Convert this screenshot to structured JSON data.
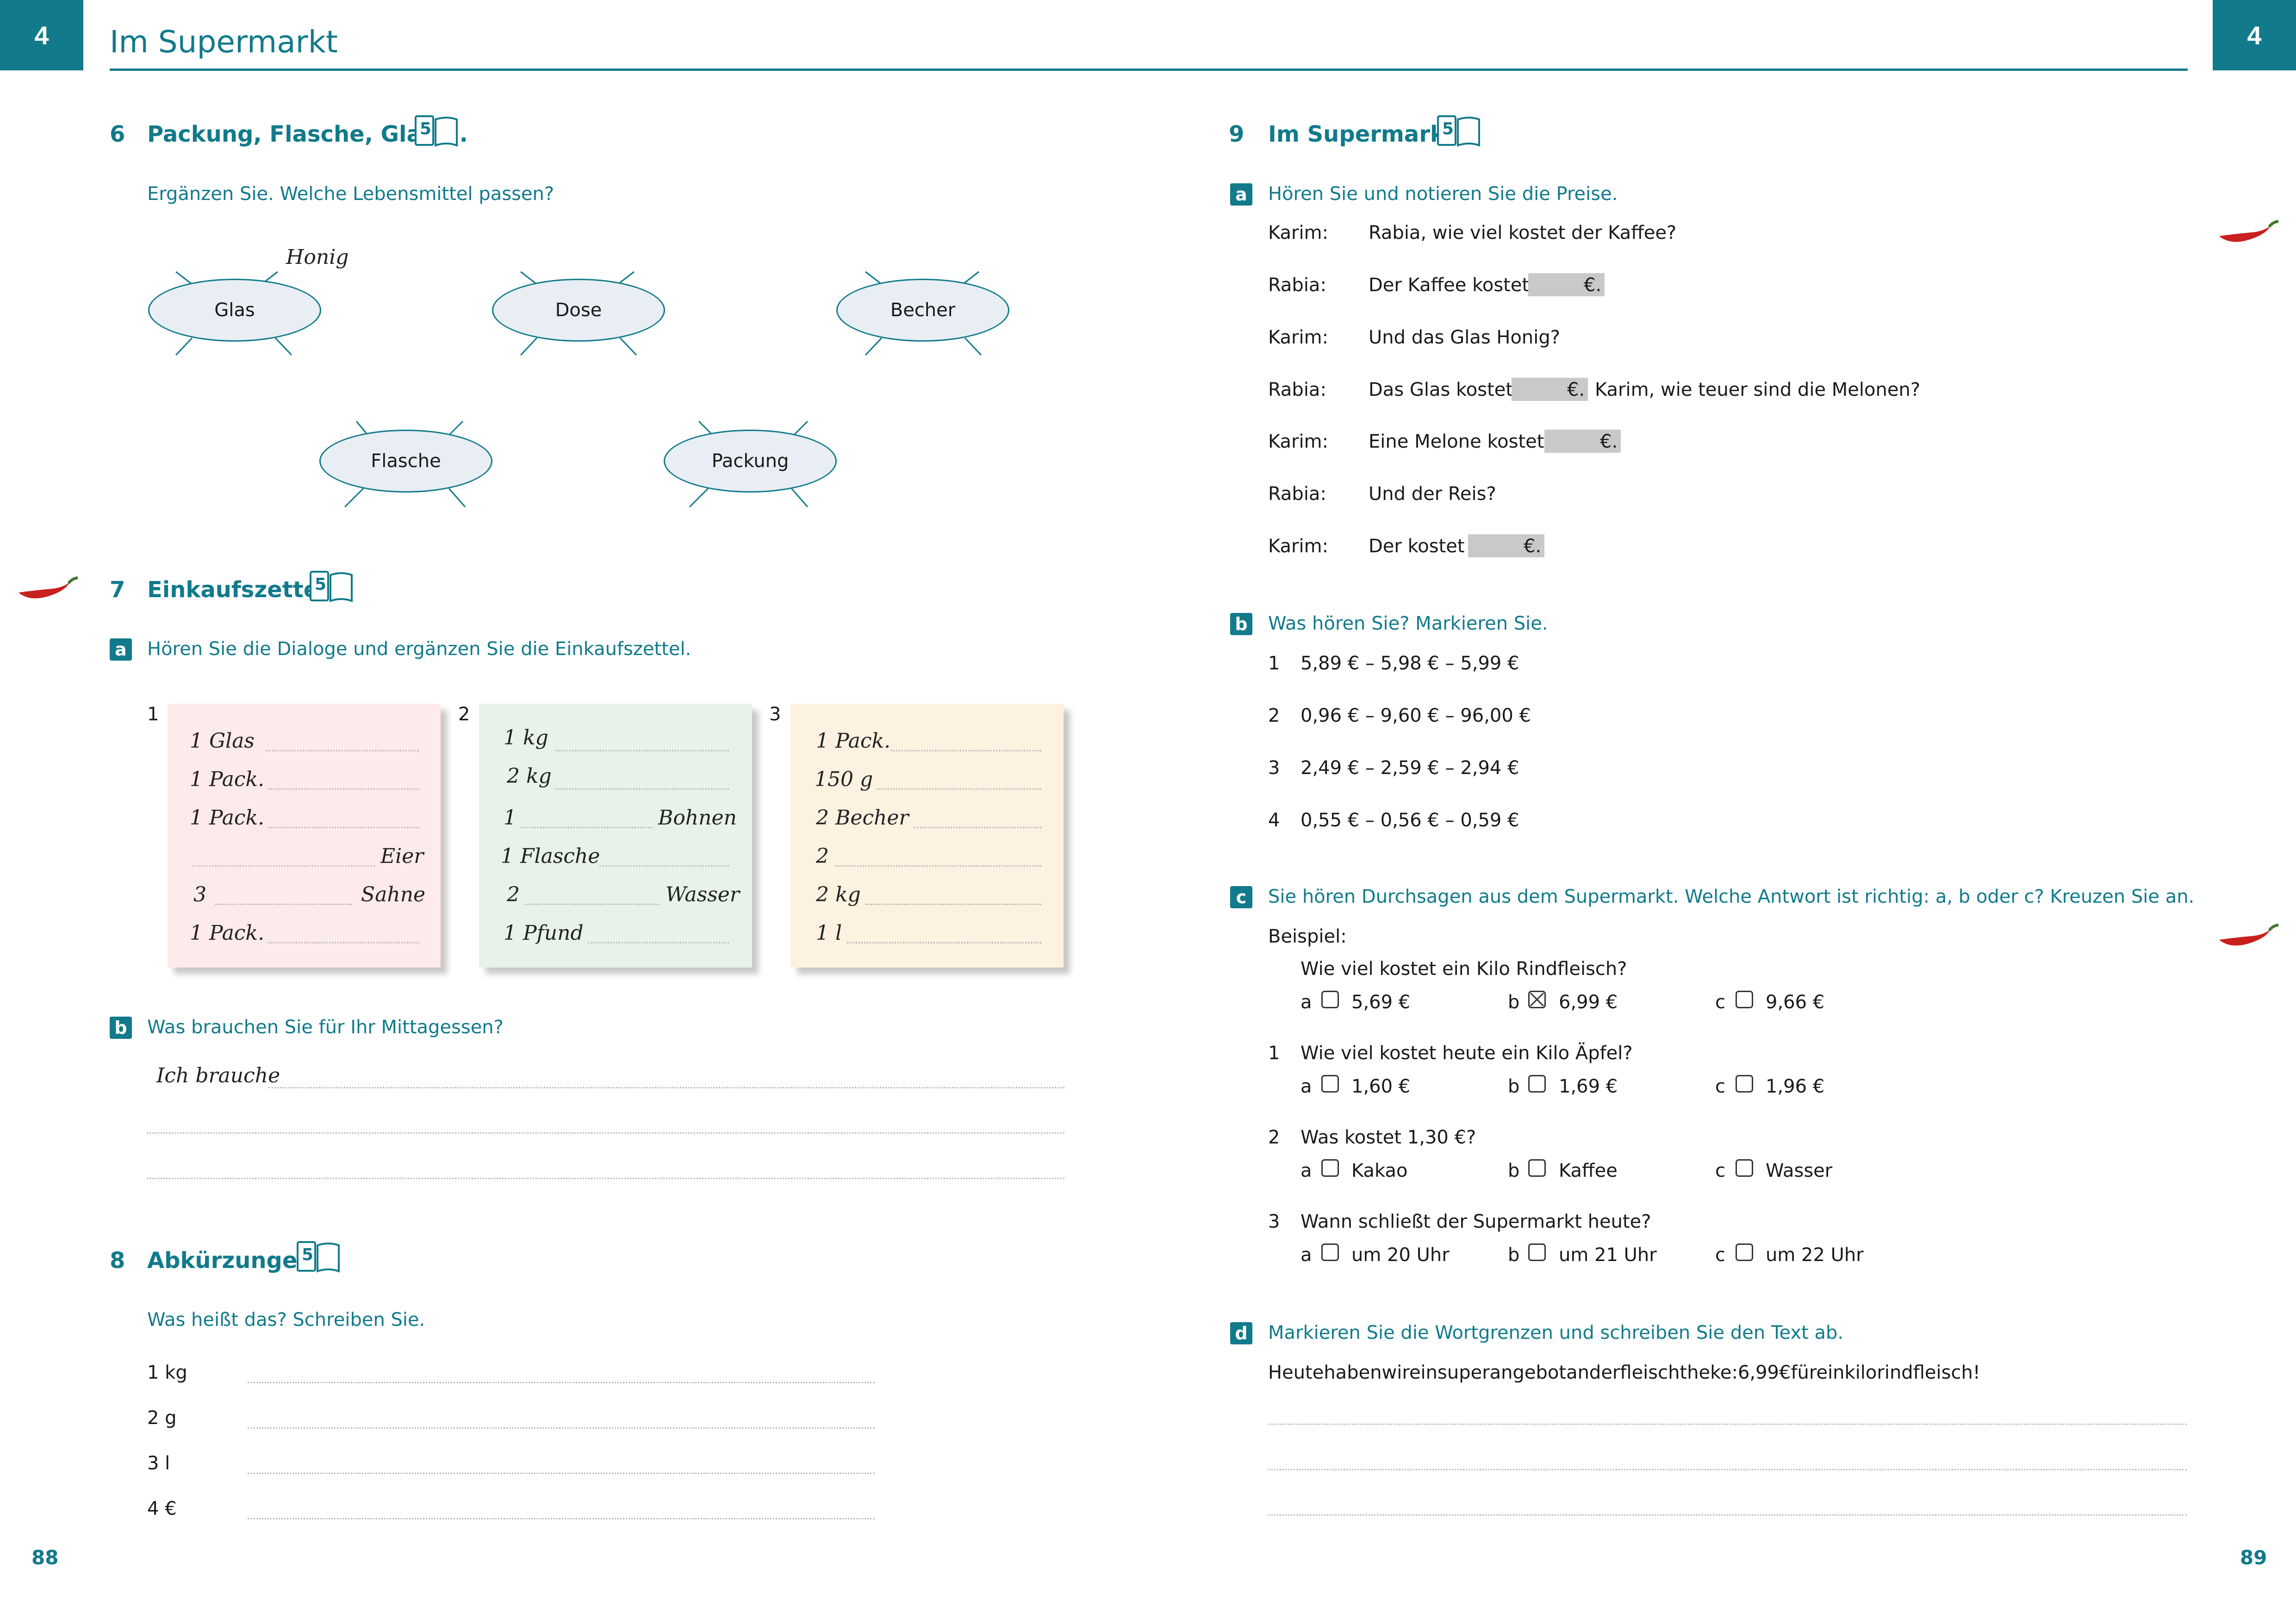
{
  "header": {
    "chapter": "4",
    "chapter_right": "4",
    "title": "Im Supermarkt"
  },
  "page_numbers": {
    "left": "88",
    "right": "89"
  },
  "book_number": "5",
  "ex6": {
    "num": "6",
    "title": "Packung, Flasche, Glas ...",
    "instruction": "Ergänzen Sie. Welche Lebensmittel passen?",
    "ovals": [
      "Glas",
      "Dose",
      "Becher",
      "Flasche",
      "Packung"
    ],
    "example_answer": "Honig"
  },
  "ex7": {
    "num": "7",
    "title": "Einkaufszettel",
    "a": {
      "letter": "a",
      "instruction": "Hören Sie die Dialoge und ergänzen Sie die Einkaufszettel."
    },
    "notes": [
      {
        "label": "1",
        "color": "#fdeaea",
        "items": [
          {
            "left": "1 Glas",
            "right": ""
          },
          {
            "left": "1 Pack.",
            "right": ""
          },
          {
            "left": "1 Pack.",
            "right": ""
          },
          {
            "left": "",
            "right": "Eier"
          },
          {
            "left": "3",
            "right": "Sahne"
          },
          {
            "left": "1 Pack.",
            "right": ""
          }
        ]
      },
      {
        "label": "2",
        "color": "#e7f2e9",
        "items": [
          {
            "left": "1 kg",
            "right": ""
          },
          {
            "left": "2 kg",
            "right": ""
          },
          {
            "left": "1",
            "right": "Bohnen"
          },
          {
            "left": "1 Flasche",
            "right": ""
          },
          {
            "left": "2",
            "right": "Wasser"
          },
          {
            "left": "1 Pfund",
            "right": ""
          }
        ]
      },
      {
        "label": "3",
        "color": "#fdf1e0",
        "items": [
          {
            "left": "1 Pack.",
            "right": ""
          },
          {
            "left": "150 g",
            "right": ""
          },
          {
            "left": "2 Becher",
            "right": ""
          },
          {
            "left": "2",
            "right": ""
          },
          {
            "left": "2 kg",
            "right": ""
          },
          {
            "left": "1 l",
            "right": ""
          }
        ]
      }
    ],
    "b": {
      "letter": "b",
      "instruction": "Was brauchen Sie für Ihr Mittagessen?",
      "start": "Ich brauche"
    }
  },
  "ex8": {
    "num": "8",
    "title": "Abkürzungen",
    "instruction": "Was heißt das? Schreiben Sie.",
    "items": [
      "1 kg",
      "2 g",
      "3 l",
      "4 €"
    ]
  },
  "ex9": {
    "num": "9",
    "title": "Im Supermarkt",
    "a": {
      "letter": "a",
      "instruction": "Hören Sie und notieren Sie die Preise.",
      "dialog": [
        {
          "speaker": "Karim:",
          "text": "Rabia, wie viel kostet der Kaffee?",
          "after": ""
        },
        {
          "speaker": "Rabia:",
          "text": "Der Kaffee kostet",
          "after": "€."
        },
        {
          "speaker": "Karim:",
          "text": "Und das Glas Honig?",
          "after": ""
        },
        {
          "speaker": "Rabia:",
          "text": "Das Glas kostet",
          "after": "€.",
          "tail": "Karim, wie teuer sind die Melonen?"
        },
        {
          "speaker": "Karim:",
          "text": "Eine Melone kostet",
          "after": "€."
        },
        {
          "speaker": "Rabia:",
          "text": "Und der Reis?",
          "after": ""
        },
        {
          "speaker": "Karim:",
          "text": "Der kostet",
          "after": "€."
        }
      ]
    },
    "b": {
      "letter": "b",
      "instruction": "Was hören Sie? Markieren Sie.",
      "rows": [
        {
          "n": "1",
          "text": "5,89 € – 5,98 € – 5,99 €"
        },
        {
          "n": "2",
          "text": "0,96 € – 9,60 € – 96,00 €"
        },
        {
          "n": "3",
          "text": "2,49 € – 2,59 € – 2,94 €"
        },
        {
          "n": "4",
          "text": "0,55 € – 0,56 € – 0,59 €"
        }
      ]
    },
    "c": {
      "letter": "c",
      "instruction": "Sie hören Durchsagen aus dem Supermarkt. Welche Antwort ist richtig: a, b oder c? Kreuzen Sie an.",
      "example_label": "Beispiel:",
      "questions": [
        {
          "n": "",
          "q": "Wie viel kostet ein Kilo Rindfleisch?",
          "options": [
            "5,69 €",
            "6,99 €",
            "9,66 €"
          ],
          "checked": 1
        },
        {
          "n": "1",
          "q": "Wie viel kostet heute ein Kilo Äpfel?",
          "options": [
            "1,60 €",
            "1,69 €",
            "1,96 €"
          ],
          "checked": -1
        },
        {
          "n": "2",
          "q": "Was kostet 1,30 €?",
          "options": [
            "Kakao",
            "Kaffee",
            "Wasser"
          ],
          "checked": -1
        },
        {
          "n": "3",
          "q": "Wann schließt der Supermarkt heute?",
          "options": [
            "um 20 Uhr",
            "um 21 Uhr",
            "um 22 Uhr"
          ],
          "checked": -1
        }
      ],
      "option_letters": [
        "a",
        "b",
        "c"
      ]
    },
    "d": {
      "letter": "d",
      "instruction": "Markieren Sie die Wortgrenzen und schreiben Sie den Text ab.",
      "text": "Heutehabenwireinsuperangebotanderfleischtheke:6,99€füreinkilorindfleisch!"
    }
  },
  "colors": {
    "accent": "#117a8b",
    "oval_fill": "#e8eef4",
    "price_box": "#c9c9c9",
    "chili": "#c8201e"
  }
}
